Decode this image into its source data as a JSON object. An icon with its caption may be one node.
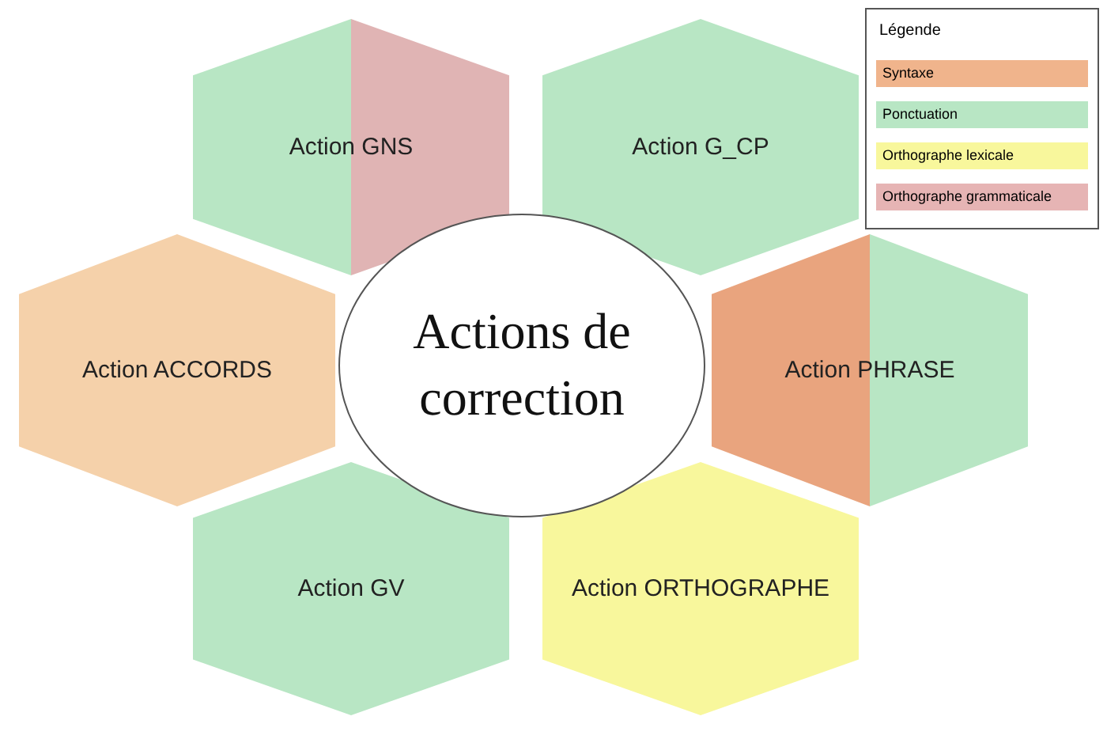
{
  "diagram": {
    "nodes": [
      {
        "text": [
          "Action GNS"
        ]
      },
      {
        "text": [
          "Action G_CP"
        ]
      },
      {
        "text": [
          "Action ACCORDS"
        ]
      },
      {
        "text": [
          "Actions de correction"
        ]
      },
      {
        "text": [
          "Action PHRASE"
        ]
      },
      {
        "text": [
          "Action GV"
        ]
      },
      {
        "text": [
          "Action ORTHOGRAPHE"
        ]
      }
    ],
    "labels": [
      "Légende"
    ],
    "legend": [
      {
        "text": "Syntaxe",
        "color": "#f0b48c"
      },
      {
        "text": "Ponctuation",
        "color": "#b8e6c4"
      },
      {
        "text": "Orthographe lexicale",
        "color": "#f8f79c"
      },
      {
        "text": "Orthographe grammaticale",
        "color": "#e6b4b4"
      }
    ]
  }
}
